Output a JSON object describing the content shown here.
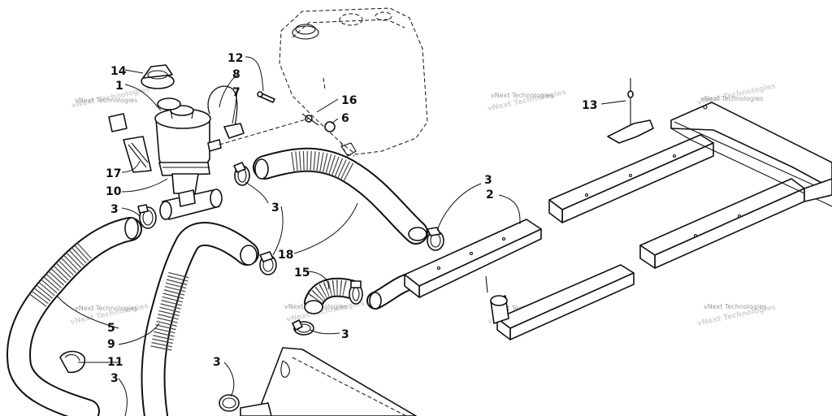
{
  "diagram": {
    "callouts": [
      "14",
      "1",
      "8",
      "7",
      "12",
      "16",
      "6",
      "13",
      "17",
      "10",
      "3",
      "2",
      "18",
      "15",
      "5",
      "9",
      "11"
    ],
    "watermark": "vNext Technologies"
  }
}
